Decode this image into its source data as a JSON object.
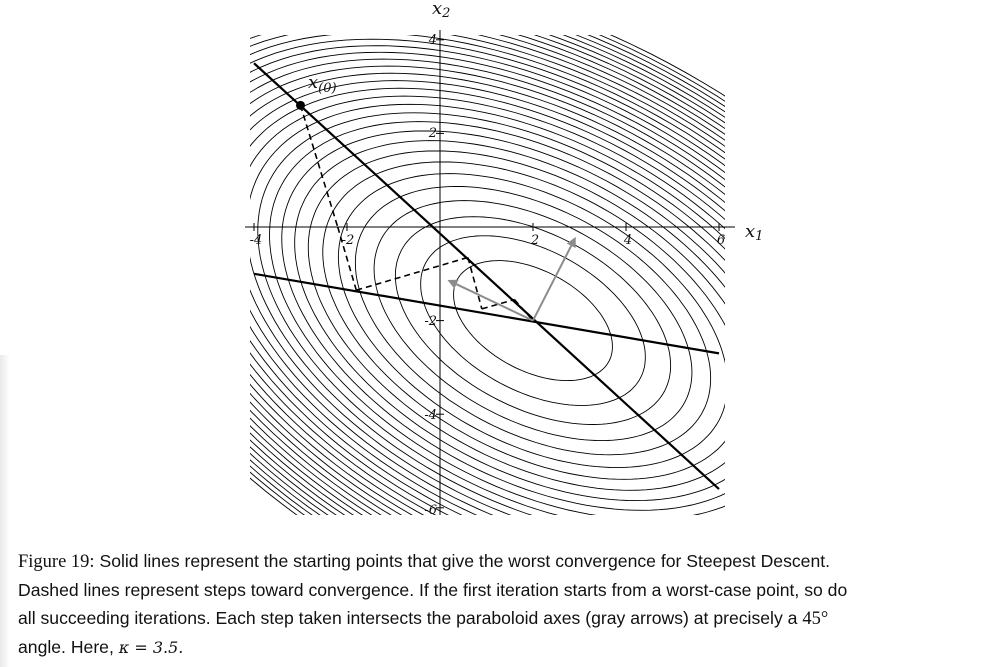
{
  "figure": {
    "axis_x_label": "x",
    "axis_x_sub": "1",
    "axis_y_label": "x",
    "axis_y_sub": "2",
    "start_label": "x",
    "start_sub": "(0)",
    "x_ticks": [
      "-4",
      "-2",
      "2",
      "4",
      "6"
    ],
    "y_ticks": [
      "4",
      "2",
      "-2",
      "-4",
      "-6"
    ],
    "colors": {
      "lines": "#000000",
      "arrows": "#8c8c8c"
    }
  },
  "chart_data": {
    "type": "contour",
    "xlim": [
      -4,
      6
    ],
    "ylim": [
      -6,
      4
    ],
    "x_ticks": [
      -4,
      -2,
      2,
      4,
      6
    ],
    "y_ticks": [
      4,
      2,
      -2,
      -4,
      -6
    ],
    "quadratic_center": [
      2,
      -2
    ],
    "condition_number": 3.5,
    "start_point": [
      -3,
      2.6
    ],
    "worst_case_lines": [
      {
        "from": [
          -4,
          3.5
        ],
        "to": [
          6,
          -5.6
        ]
      },
      {
        "from": [
          -4,
          -1.0
        ],
        "to": [
          6,
          -2.7
        ]
      }
    ],
    "steepest_descent_path": [
      [
        -3,
        2.6
      ],
      [
        -2.2,
        0.0
      ],
      [
        -1.8,
        -1.35
      ],
      [
        0.6,
        -0.65
      ],
      [
        0.9,
        -1.75
      ],
      [
        1.6,
        -1.55
      ],
      [
        2,
        -2
      ]
    ],
    "paraboloid_axes_arrows": [
      {
        "from": [
          2,
          -2
        ],
        "to": [
          0.2,
          -1.15
        ]
      },
      {
        "from": [
          2,
          -2
        ],
        "to": [
          2.9,
          -0.25
        ]
      }
    ]
  },
  "caption": {
    "label": "Figure 19:",
    "line1": "Solid lines represent the starting points that give the worst convergence for Steepest Descent.",
    "line2": "Dashed lines represent steps toward convergence. If the first iteration starts from a worst-case point, so do",
    "line3a": "all succeeding iterations. Each step taken intersects the paraboloid axes (gray arrows) at precisely a",
    "angle": "45°",
    "line4a": "angle. Here,",
    "kappa": "κ = 3.5."
  }
}
